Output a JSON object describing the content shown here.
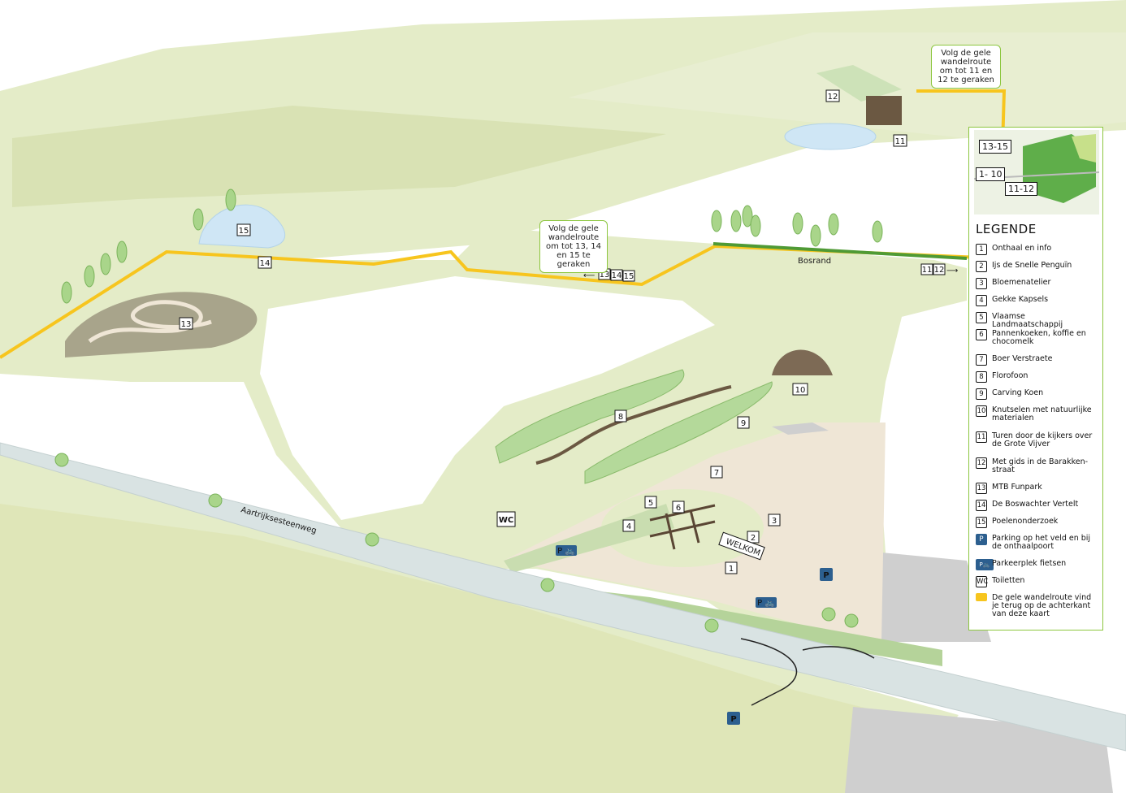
{
  "road_name": "Aartrijksesteenweg",
  "bosrand_label": "Bosrand",
  "welkom_label": "WELKOM",
  "wc_label": "WC",
  "parking_label": "P",
  "bubbles": {
    "top": "Volg de gele wandelroute om tot 11 en 12 te geraken",
    "middle": "Volg de gele wandelroute om tot 13, 14 en 15 te geraken"
  },
  "route_pointers": {
    "left": [
      "13",
      "14",
      "15"
    ],
    "right": [
      "11",
      "12"
    ]
  },
  "map_markers": [
    "1",
    "2",
    "3",
    "4",
    "5",
    "6",
    "7",
    "8",
    "9",
    "10",
    "11",
    "12",
    "13",
    "14",
    "15"
  ],
  "inset": {
    "labels": [
      "13-15",
      "1- 10",
      "11-12"
    ]
  },
  "legend": {
    "title": "LEGENDE",
    "items": [
      {
        "key": "1",
        "text": "Onthaal en info"
      },
      {
        "key": "2",
        "text": "Ijs de Snelle Penguïn"
      },
      {
        "key": "3",
        "text": "Bloemenatelier"
      },
      {
        "key": "4",
        "text": "Gekke Kapsels"
      },
      {
        "key": "5",
        "text": "Vlaamse Landmaatschappij"
      },
      {
        "key": "6",
        "text": "Pannenkoeken, koffie en chocomelk"
      },
      {
        "key": "7",
        "text": "Boer Verstraete"
      },
      {
        "key": "8",
        "text": "Florofoon"
      },
      {
        "key": "9",
        "text": "Carving Koen"
      },
      {
        "key": "10",
        "text": "Knutselen met natuurlijke materialen"
      },
      {
        "key": "11",
        "text": "Turen door de kijkers over de Grote Vijver"
      },
      {
        "key": "12",
        "text": "Met gids in de Barakken-straat"
      },
      {
        "key": "13",
        "text": "MTB Funpark"
      },
      {
        "key": "14",
        "text": "De Boswachter Vertelt"
      },
      {
        "key": "15",
        "text": "Poelenonderzoek"
      },
      {
        "key": "P",
        "text": "Parking op het veld en bij de onthaalpoort"
      },
      {
        "key": "P🚲",
        "text": "Parkeerplek fietsen"
      },
      {
        "key": "WC",
        "text": "Toiletten"
      },
      {
        "key": "",
        "text": "De gele wandelroute vind je terug op de achterkant van deze kaart"
      }
    ]
  },
  "colors": {
    "field": "#e4ecc8",
    "field_dark": "#d2dca8",
    "road": "#d9e3e3",
    "route_yellow": "#f7c51e",
    "hedge": "#4f9a35",
    "water": "#cfe6f5",
    "dirt": "#efe6d6",
    "parking_blue": "#2c5f8f"
  }
}
